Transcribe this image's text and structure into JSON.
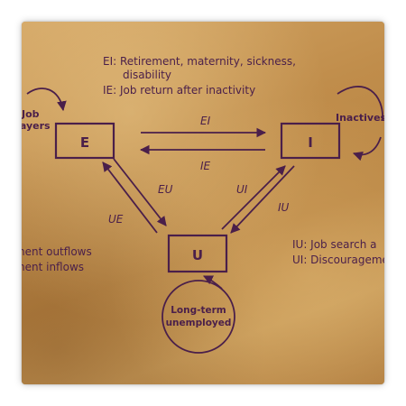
{
  "legend_top": {
    "line1": "EI: Retirement, maternity, sickness,",
    "line2": "disability",
    "line3": "IE: Job return after inactivity"
  },
  "nodes": {
    "E": "E",
    "I": "I",
    "U": "U"
  },
  "side_labels": {
    "job_payers_1": "Job",
    "job_payers_2": "payers",
    "inactives": "Inactives",
    "long_term_1": "Long-term",
    "long_term_2": "unemployed"
  },
  "edges": {
    "EI": "EI",
    "IE": "IE",
    "EU": "EU",
    "UE": "UE",
    "UI": "UI",
    "IU": "IU"
  },
  "legend_left": {
    "line1": "nent outflows",
    "line2": "nent inflows"
  },
  "legend_right": {
    "line1": "IU: Job search a",
    "line2": "UI: Discourageme"
  },
  "colors": {
    "ink": "#4a1f4a",
    "paper": "#c2924f"
  }
}
